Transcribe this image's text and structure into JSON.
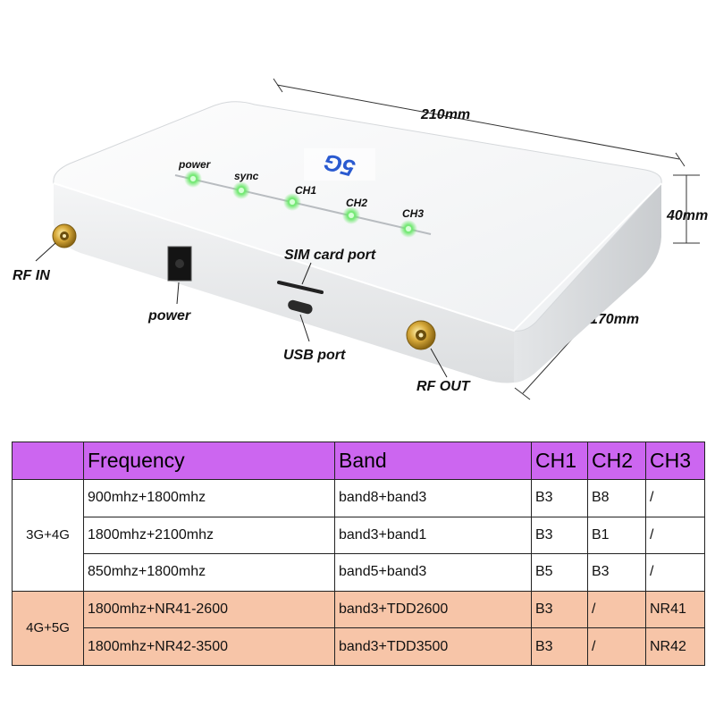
{
  "figure": {
    "dimensions": {
      "width": "210mm",
      "height": "40mm",
      "depth": "170mm"
    },
    "logo": "5G",
    "indicators": [
      "power",
      "sync",
      "CH1",
      "CH2",
      "CH3"
    ],
    "ports": {
      "rf_in": "RF IN",
      "power": "power",
      "sim": "SIM card port",
      "usb": "USB port",
      "rf_out": "RF OUT"
    }
  },
  "table": {
    "headers": [
      "Frequency",
      "Band",
      "CH1",
      "CH2",
      "CH3"
    ],
    "groups": [
      {
        "label": "3G+4G",
        "color": "#ffffff",
        "rows": [
          {
            "frequency": "900mhz+1800mhz",
            "band": "band8+band3",
            "ch1": "B3",
            "ch2": "B8",
            "ch3": "/"
          },
          {
            "frequency": "1800mhz+2100mhz",
            "band": "band3+band1",
            "ch1": "B3",
            "ch2": "B1",
            "ch3": "/"
          },
          {
            "frequency": "850mhz+1800mhz",
            "band": "band5+band3",
            "ch1": "B5",
            "ch2": "B3",
            "ch3": "/"
          }
        ]
      },
      {
        "label": "4G+5G",
        "color": "#f7c5a8",
        "rows": [
          {
            "frequency": "1800mhz+NR41-2600",
            "band": "band3+TDD2600",
            "ch1": "B3",
            "ch2": "/",
            "ch3": "NR41"
          },
          {
            "frequency": "1800mhz+NR42-3500",
            "band": "band3+TDD3500",
            "ch1": "B3",
            "ch2": "/",
            "ch3": "NR42"
          }
        ]
      }
    ],
    "header_color": "#cc66f0"
  }
}
